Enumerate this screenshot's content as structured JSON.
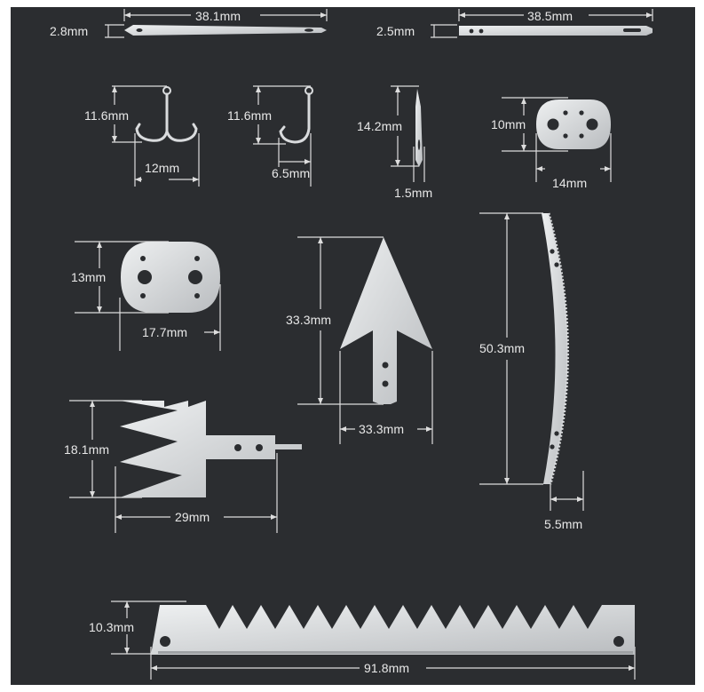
{
  "colors": {
    "background": "#2b2d30",
    "metal": "#d9dbdd",
    "metal_shade": "#aeb1b4",
    "dimension_line": "#dddddd",
    "hole": "#2b2d30"
  },
  "dimensions": {
    "needle_1_length": "38.1mm",
    "needle_1_width": "2.8mm",
    "needle_2_length": "38.5mm",
    "needle_2_width": "2.5mm",
    "treble_hook_height": "11.6mm",
    "treble_hook_width": "12mm",
    "single_hook_height": "11.6mm",
    "single_hook_width": "6.5mm",
    "thin_needle_height": "14.2mm",
    "thin_needle_width": "1.5mm",
    "small_plate_height": "10mm",
    "small_plate_width": "14mm",
    "large_plate_height": "13mm",
    "large_plate_width": "17.7mm",
    "arrowhead_height": "33.3mm",
    "arrowhead_width": "33.3mm",
    "curved_saw_length": "50.3mm",
    "curved_saw_width": "5.5mm",
    "spear_height": "18.1mm",
    "spear_width": "29mm",
    "long_saw_height": "10.3mm",
    "long_saw_length": "91.8mm"
  }
}
